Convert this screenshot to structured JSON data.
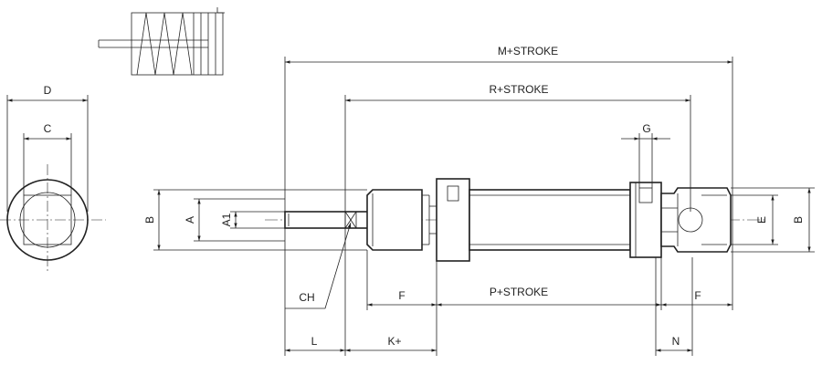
{
  "drawing": {
    "labels": {
      "m_stroke": "M+STROKE",
      "r_stroke": "R+STROKE",
      "p_stroke": "P+STROKE",
      "d": "D",
      "c": "C",
      "g": "G",
      "b_left": "B",
      "a": "A",
      "a1": "A1",
      "e": "E",
      "b_right": "B",
      "ch": "CH",
      "f_left": "F",
      "f_right": "F",
      "l": "L",
      "k_plus": "K+",
      "n": "N"
    }
  }
}
